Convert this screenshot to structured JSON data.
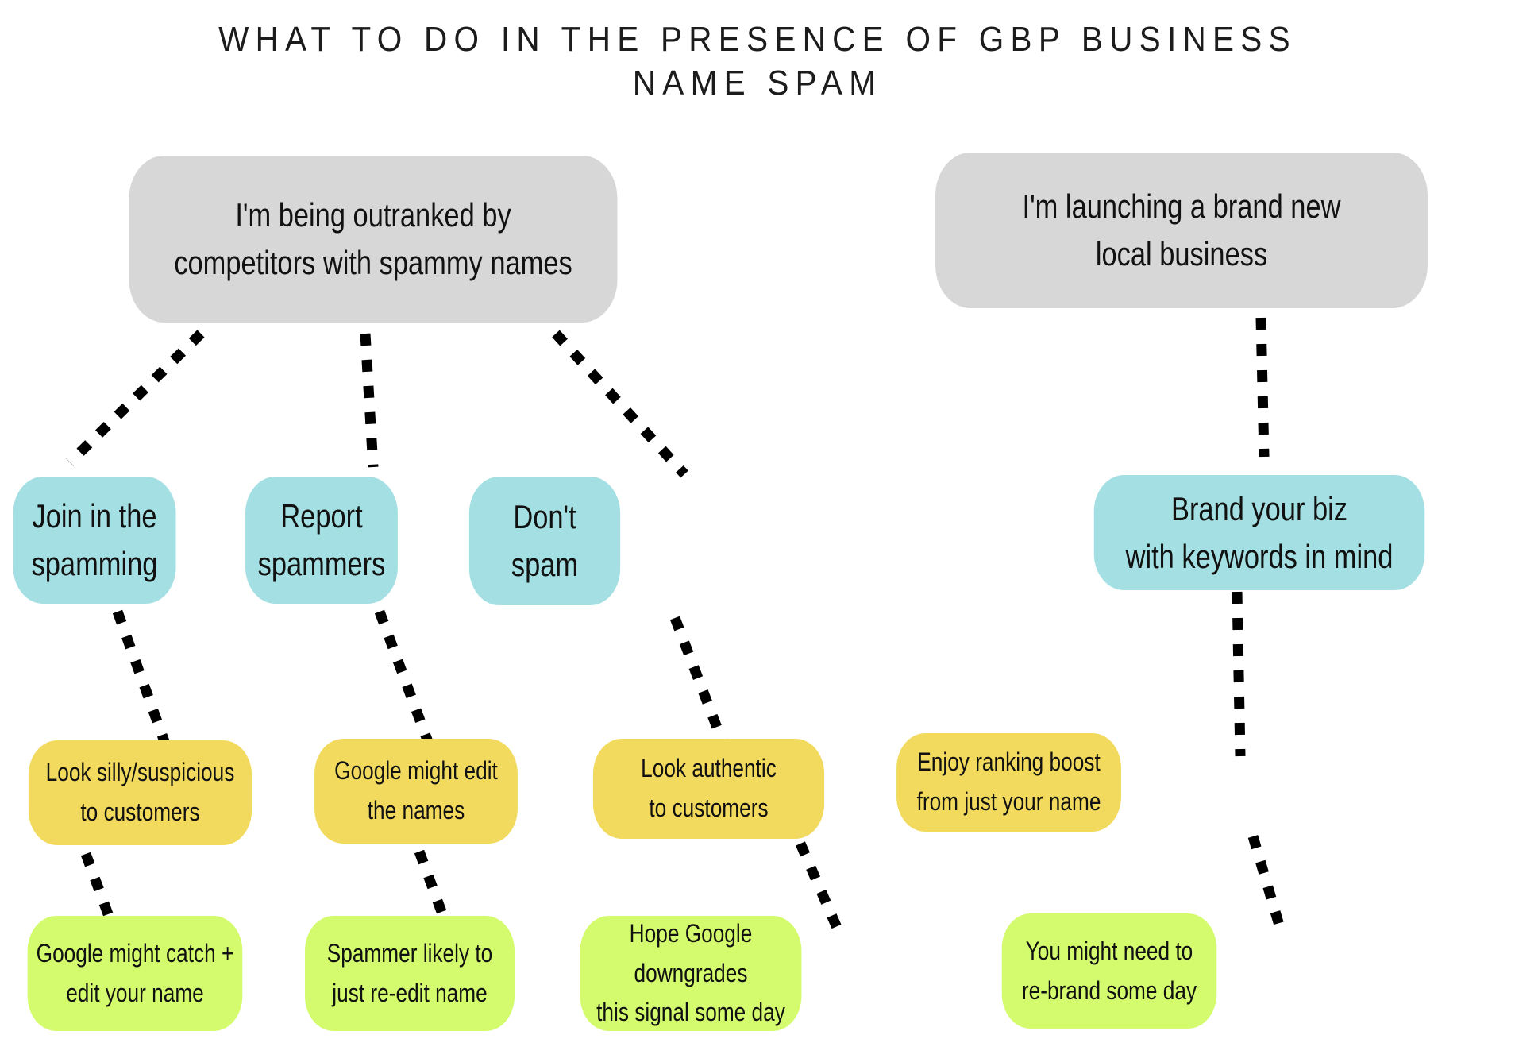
{
  "title": "WHAT TO DO IN THE PRESENCE OF GBP BUSINESS\nNAME SPAM",
  "colors": {
    "background": "#ffffff",
    "level1_gray": "#d7d7d7",
    "level2_cyan": "#a4e0e3",
    "level3_yellow": "#f2da5f",
    "level4_green": "#d3fb6d",
    "text": "#111111",
    "connector": "#000000"
  },
  "nodes": {
    "scenario_left": "I'm being outranked by\ncompetitors with spammy names",
    "scenario_right": "I'm launching a brand new\nlocal business",
    "option_1": "Join in the\nspamming",
    "option_2": "Report\nspammers",
    "option_3": "Don't\nspam",
    "option_4": "Brand your biz\nwith keywords in mind",
    "outcome_1": "Look silly/suspicious\nto customers",
    "outcome_2": "Google might edit\nthe names",
    "outcome_3": "Look authentic\nto customers",
    "outcome_4": "Enjoy ranking boost\nfrom just your name",
    "consequence_1": "Google might catch +\nedit your name",
    "consequence_2": "Spammer likely to\njust re-edit name",
    "consequence_3": "Hope Google downgrades\nthis signal some day",
    "consequence_4": "You might need to\nre-brand some day"
  }
}
